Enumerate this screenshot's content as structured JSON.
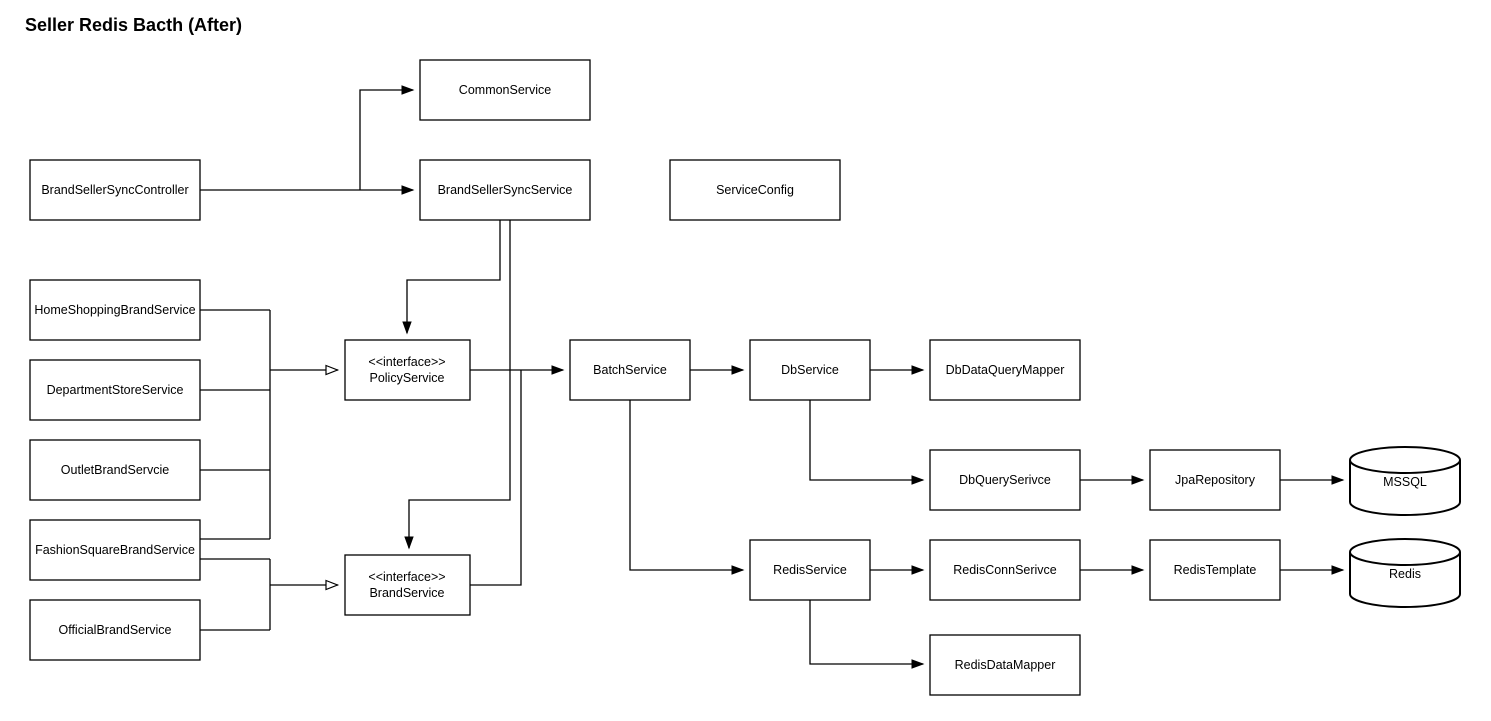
{
  "title": "Seller Redis Bacth (After)",
  "colors": {
    "stroke": "#000000",
    "node_fill": "#ffffff",
    "background": "#ffffff"
  },
  "nodes": {
    "common_service": {
      "label": "CommonService"
    },
    "brand_seller_sync_controller": {
      "label": "BrandSellerSyncController"
    },
    "brand_seller_sync_service": {
      "label": "BrandSellerSyncService"
    },
    "service_config": {
      "label": "ServiceConfig"
    },
    "home_shopping_brand_service": {
      "label": "HomeShoppingBrandService"
    },
    "department_store_service": {
      "label": "DepartmentStoreService"
    },
    "outlet_brand_servcie": {
      "label": "OutletBrandServcie"
    },
    "fashion_square_brand_service": {
      "label": "FashionSquareBrandService"
    },
    "official_brand_service": {
      "label": "OfficialBrandService"
    },
    "policy_service": {
      "stereotype": "<<interface>>",
      "label": "PolicyService"
    },
    "brand_service": {
      "stereotype": "<<interface>>",
      "label": "BrandService"
    },
    "batch_service": {
      "label": "BatchService"
    },
    "db_service": {
      "label": "DbService"
    },
    "db_data_query_mapper": {
      "label": "DbDataQueryMapper"
    },
    "db_query_serivce": {
      "label": "DbQuerySerivce"
    },
    "jpa_repository": {
      "label": "JpaRepository"
    },
    "mssql": {
      "label": "MSSQL",
      "shape": "cylinder"
    },
    "redis_service": {
      "label": "RedisService"
    },
    "redis_conn_serivce": {
      "label": "RedisConnSerivce"
    },
    "redis_template": {
      "label": "RedisTemplate"
    },
    "redis": {
      "label": "Redis",
      "shape": "cylinder"
    },
    "redis_data_mapper": {
      "label": "RedisDataMapper"
    }
  },
  "edges": [
    {
      "from": "BrandSellerSyncController",
      "to": "BrandSellerSyncService",
      "arrow": "filled"
    },
    {
      "from": "BrandSellerSyncController",
      "to": "CommonService",
      "arrow": "filled"
    },
    {
      "from": "BrandSellerSyncService",
      "to": "PolicyService",
      "arrow": "filled"
    },
    {
      "from": "BrandSellerSyncService",
      "to": "BrandService",
      "arrow": "filled"
    },
    {
      "from": "HomeShoppingBrandService",
      "to": "PolicyService",
      "arrow": "open"
    },
    {
      "from": "DepartmentStoreService",
      "to": "PolicyService",
      "arrow": "open"
    },
    {
      "from": "OutletBrandServcie",
      "to": "PolicyService",
      "arrow": "open"
    },
    {
      "from": "FashionSquareBrandService",
      "to": "PolicyService",
      "arrow": "open"
    },
    {
      "from": "FashionSquareBrandService",
      "to": "BrandService",
      "arrow": "open"
    },
    {
      "from": "OfficialBrandService",
      "to": "BrandService",
      "arrow": "open"
    },
    {
      "from": "PolicyService",
      "to": "BatchService",
      "arrow": "filled"
    },
    {
      "from": "BrandService",
      "to": "BatchService",
      "arrow": "filled"
    },
    {
      "from": "BatchService",
      "to": "DbService",
      "arrow": "filled"
    },
    {
      "from": "BatchService",
      "to": "RedisService",
      "arrow": "filled"
    },
    {
      "from": "DbService",
      "to": "DbDataQueryMapper",
      "arrow": "filled"
    },
    {
      "from": "DbService",
      "to": "DbQuerySerivce",
      "arrow": "filled"
    },
    {
      "from": "DbQuerySerivce",
      "to": "JpaRepository",
      "arrow": "filled"
    },
    {
      "from": "JpaRepository",
      "to": "MSSQL",
      "arrow": "filled"
    },
    {
      "from": "RedisService",
      "to": "RedisConnSerivce",
      "arrow": "filled"
    },
    {
      "from": "RedisConnSerivce",
      "to": "RedisTemplate",
      "arrow": "filled"
    },
    {
      "from": "RedisTemplate",
      "to": "Redis",
      "arrow": "filled"
    },
    {
      "from": "RedisService",
      "to": "RedisDataMapper",
      "arrow": "filled"
    }
  ]
}
